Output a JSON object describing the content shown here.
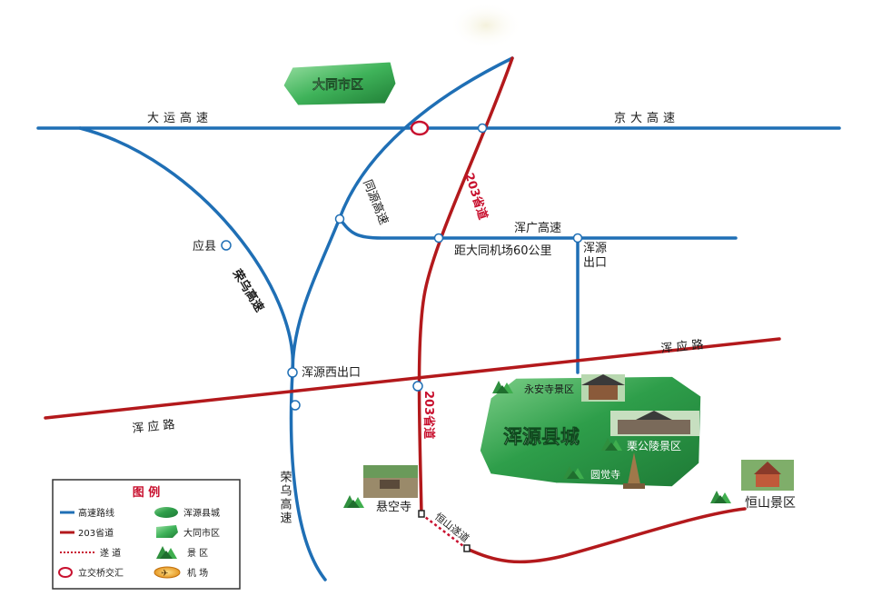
{
  "colors": {
    "highway": "#1f6fb5",
    "provincial_road": "#b3191c",
    "road_label": "#c8102e",
    "county_fill": "#2e9e4a",
    "district_fill": "#3fb35a",
    "scenic": "#2f8f3e",
    "airport": "#f0a020",
    "label": "#1a1a1a"
  },
  "regions": {
    "datong_district": "大同市区",
    "hunyuan_county": "浑源县城"
  },
  "roads": {
    "dayun": "大运高速",
    "jingda": "京大高速",
    "tongyuan": "同源高速",
    "hunguang": "浑广高速",
    "rongwu_upper": "荣乌高速",
    "rongwu_lower": "荣乌高速",
    "hunying_right": "浑应路",
    "hunying_left": "浑应路",
    "s203_upper": "203省道",
    "s203_lower": "203省道",
    "hengshan_tunnel": "恒山遂道"
  },
  "places": {
    "yingxian": "应县",
    "hunyuan_west_exit": "浑源西出口",
    "hunyuan_exit_line1": "浑源",
    "hunyuan_exit_line2": "出口",
    "airport_distance": "距大同机场60公里"
  },
  "scenic_spots": {
    "yongan": "永安寺景区",
    "ligongling": "栗公陵景区",
    "yuanjue": "圆觉寺",
    "xuankong": "悬空寺",
    "hengshan": "恒山景区"
  },
  "legend": {
    "title": "图  例",
    "items": [
      {
        "label": "高速路线",
        "icon": "highway-line-icon"
      },
      {
        "label": "浑源县城",
        "icon": "county-shape-icon"
      },
      {
        "label": "203省道",
        "icon": "provincial-road-line-icon"
      },
      {
        "label": "大同市区",
        "icon": "district-shape-icon"
      },
      {
        "label": "遂  道",
        "icon": "tunnel-dotted-line-icon"
      },
      {
        "label": "景  区",
        "icon": "scenic-mountain-icon"
      },
      {
        "label": "立交桥交汇",
        "icon": "interchange-ring-icon"
      },
      {
        "label": "机  场",
        "icon": "airport-oval-icon"
      }
    ]
  }
}
